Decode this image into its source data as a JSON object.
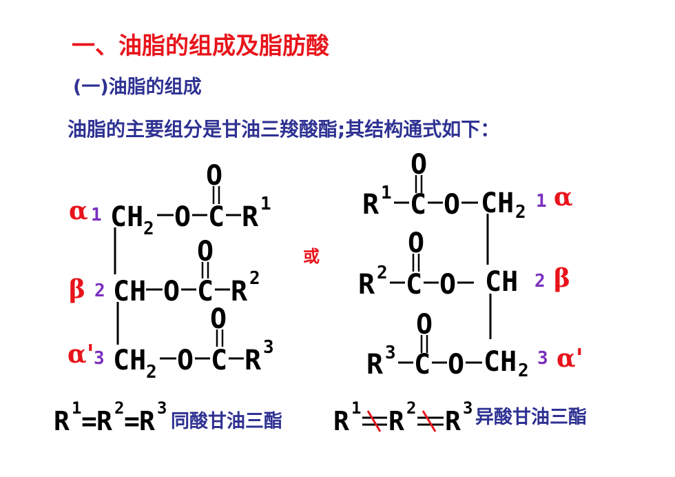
{
  "heading": {
    "text": "一、油脂的组成及脂肪酸",
    "color": "#e8141b"
  },
  "subheading": {
    "text": "(一)油脂的组成",
    "color": "#2e3192"
  },
  "intro": {
    "text": "油脂的主要组分是甘油三羧酸酯;其结构通式如下：",
    "color": "#2e3192"
  },
  "or_label": {
    "text": "或",
    "color": "#e8141b"
  },
  "structure_left": {
    "rows": [
      {
        "greek": "α",
        "num": "1",
        "backbone": "CH",
        "backbone_sub": "2",
        "chain": "O–C–R",
        "r_sup": "1",
        "carbonyl": "O"
      },
      {
        "greek": "β",
        "num": "2",
        "backbone": "CH",
        "backbone_sub": "",
        "chain": "O–C–R",
        "r_sup": "2",
        "carbonyl": "O"
      },
      {
        "greek": "α'",
        "num": "3",
        "backbone": "CH",
        "backbone_sub": "2",
        "chain": "O–C–R",
        "r_sup": "3",
        "carbonyl": "O"
      }
    ]
  },
  "structure_right": {
    "rows": [
      {
        "greek": "α",
        "num": "1",
        "backbone": "CH",
        "backbone_sub": "2",
        "r_sup": "1",
        "carbonyl": "O"
      },
      {
        "greek": "β",
        "num": "2",
        "backbone": "CH",
        "backbone_sub": "",
        "r_sup": "2",
        "carbonyl": "O"
      },
      {
        "greek": "α'",
        "num": "3",
        "backbone": "CH",
        "backbone_sub": "2",
        "r_sup": "3",
        "carbonyl": "O"
      }
    ]
  },
  "bottom": {
    "same_formula": "R1=R2=R3",
    "same_label": "同酸甘油三酯",
    "diff_label": "异酸甘油三酯"
  },
  "colors": {
    "greek": "#e8141b",
    "number": "#7b2fbe",
    "formula": "#000000",
    "label": "#2e3192"
  }
}
